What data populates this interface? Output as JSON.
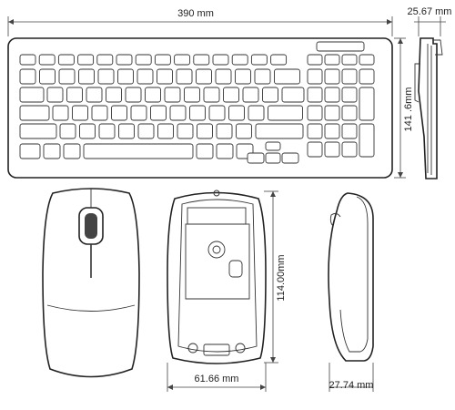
{
  "keyboard": {
    "width_label": "390 mm",
    "height_label": "141 .6mm",
    "depth_label": "25.67 mm"
  },
  "mouse": {
    "length_label": "114.00mm",
    "width_label": "61.66 mm",
    "height_label": "27.74 mm"
  }
}
